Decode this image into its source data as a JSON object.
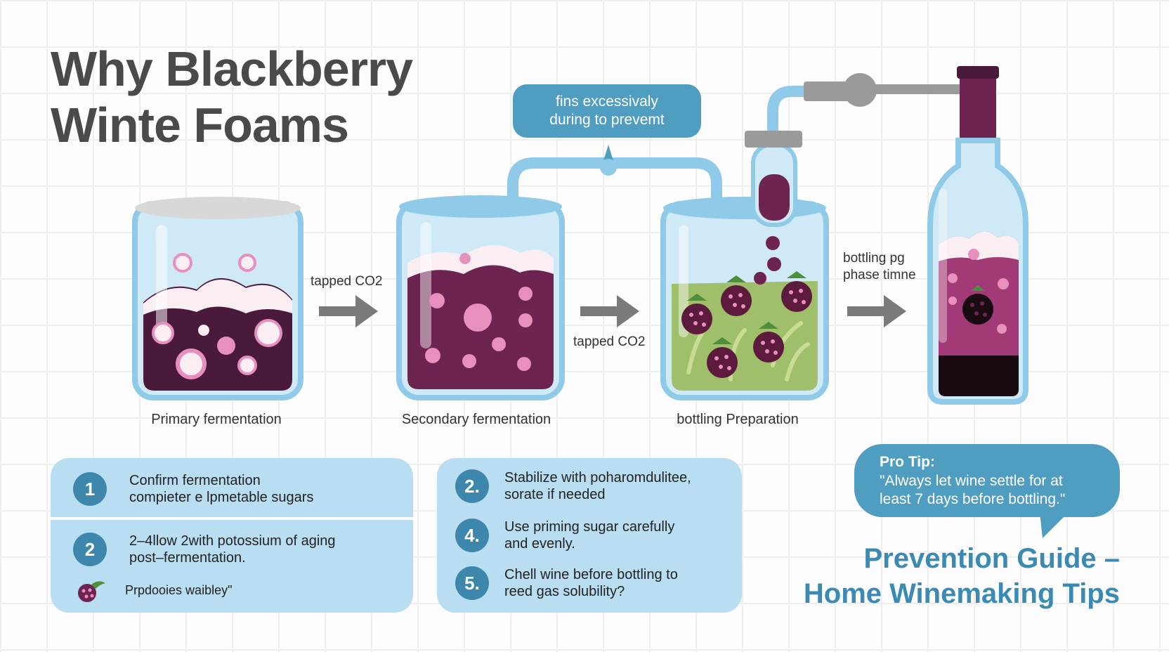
{
  "title": {
    "line1": "Why Blackberry",
    "line2": "Winte Foams"
  },
  "callout": {
    "line1": "fins excessivaly",
    "line2": "during to prevemt"
  },
  "stages": [
    {
      "label": "Primary fermentation"
    },
    {
      "label": "Secondary fermentation"
    },
    {
      "label": "bottling Preparation"
    }
  ],
  "arrows": [
    {
      "label": "tapped CO2"
    },
    {
      "label": "tapped CO2"
    },
    {
      "label_line1": "bottling pg",
      "label_line2": "phase timne"
    }
  ],
  "left_panel": {
    "steps": [
      {
        "number": "1",
        "line1": "Confirm fermentation",
        "line2": "compieter e lpmetable sugars"
      },
      {
        "number": "2",
        "line1": "2–4llow 2with potossium of aging",
        "line2": "post–fermentation."
      }
    ],
    "note": "Prpdooies waibley\""
  },
  "middle_panel": {
    "steps": [
      {
        "number": "2.",
        "line1": "Stabilize with poharomdulitee,",
        "line2": "sorate if needed"
      },
      {
        "number": "4.",
        "line1": "Use priming sugar carefully",
        "line2": "and evenly."
      },
      {
        "number": "5.",
        "line1": "Chell wine before bottling to",
        "line2": "reed gas solubility?"
      }
    ]
  },
  "pro_tip": {
    "title": "Pro Tip:",
    "line1": "\"Always let wine settle for at",
    "line2": "least 7 days before bottling.\""
  },
  "footer": {
    "line1": "Prevention Guide –",
    "line2": "Home Winemaking Tips"
  },
  "colors": {
    "wine": "#4a1a3a",
    "wine_light": "#6d2450",
    "foam": "#fbeef3",
    "bubble": "#e890bd",
    "glass": "#8fcbe8",
    "glass_fill": "#cfe9f6",
    "accent": "#3b8ab3",
    "panel": "#b9ddf1",
    "berry": "#5c1b3d",
    "leaf": "#4d8f3a",
    "must": "#9fbf6a",
    "tube_gray": "#9a9a9a"
  }
}
